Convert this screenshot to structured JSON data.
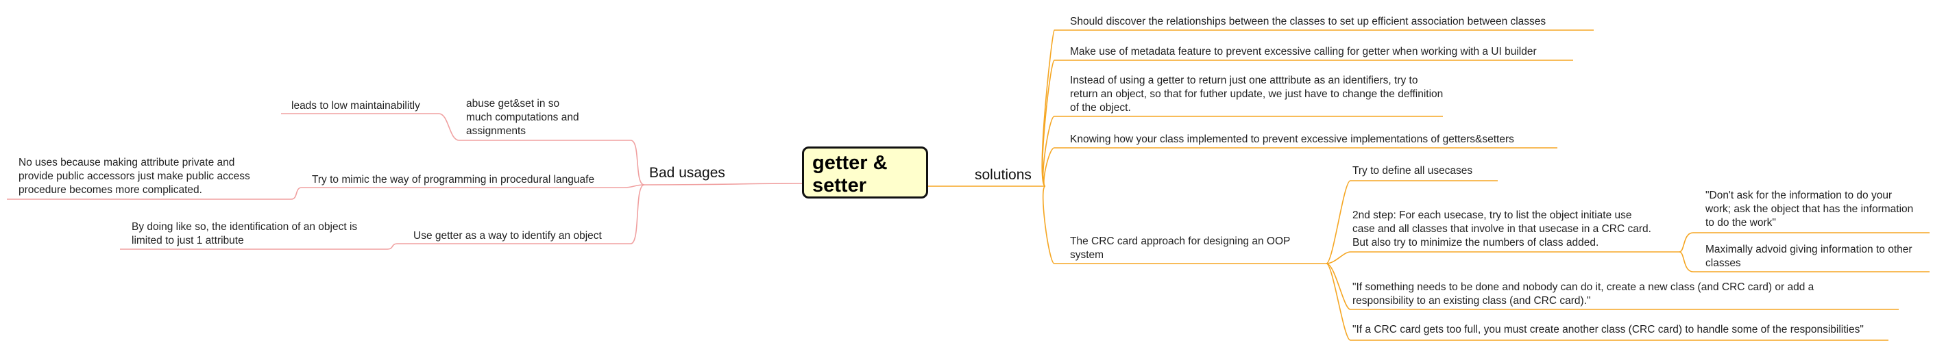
{
  "central": {
    "label": "getter &\nsetter"
  },
  "left_branch": {
    "label": "Bad usages",
    "items": [
      {
        "label": "abuse get&set in so\nmuch computations and\nassignments",
        "child": "leads to low maintainabilitly"
      },
      {
        "label": "Try to mimic the way of programming in procedural languafe",
        "child": "No uses because making attribute private and\nprovide public accessors just make public access\nprocedure becomes more complicated."
      },
      {
        "label": "Use getter as a way to identify an object",
        "child": "By doing like so, the identification of an object is\nlimited to just 1 attribute"
      }
    ]
  },
  "right_branch": {
    "label": "solutions",
    "items": [
      "Should discover the relationships between the classes to set up efficient association between classes",
      "Make use of metadata feature to prevent excessive calling for getter when working with a UI builder",
      "Instead of using a getter to return just one atttribute as an identifiers, try to\nreturn an object, so that for futher update, we just have to change the deffinition\nof the object.",
      "Knowing how your class implemented to prevent excessive implementations of getters&setters"
    ],
    "crc": {
      "label": "The CRC card approach for designing an OOP\nsystem",
      "steps": [
        "Try to define all usecases",
        "2nd step: For each usecase, try to list the object initiate use\ncase and all classes that involve in that usecase in a CRC card.\nBut also try to minimize the numbers of class added.",
        "\"If something needs to be done and nobody can do it, create a new class (and CRC card) or add a\nresponsibility to an existing class (and CRC card).\"",
        "\"If a CRC card gets too full, you must create another class (CRC card) to handle some of the responsibilities\""
      ],
      "sub_steps": [
        "\"Don't ask for the information to do your\nwork; ask the object that has the information\nto do the work\"",
        "Maximally advoid giving information to other\nclasses"
      ]
    }
  },
  "colors": {
    "left_edge": "#f0a0a0",
    "right_edge": "#f5a623",
    "central_fill": "#ffffcc"
  }
}
